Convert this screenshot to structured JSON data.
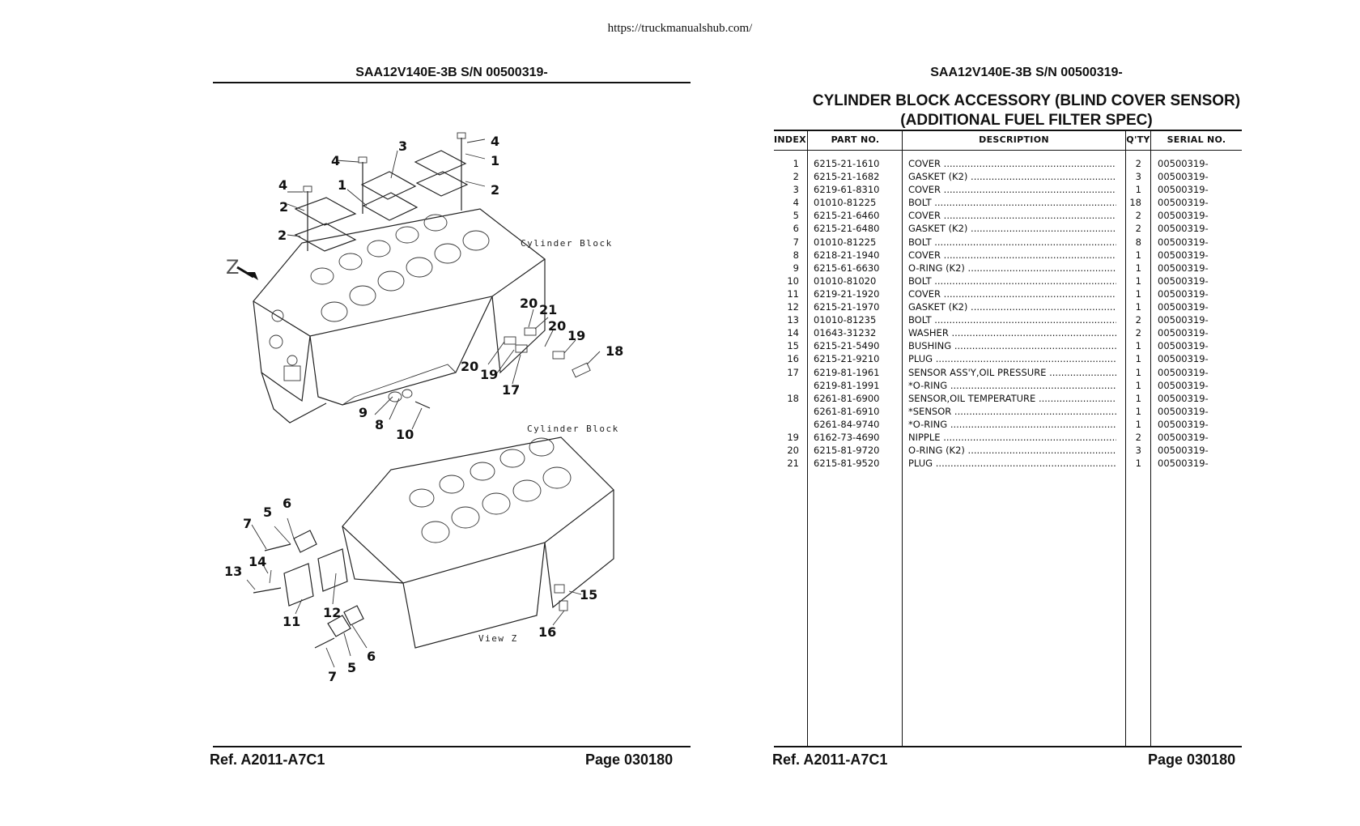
{
  "url": "https://truckmanualshub.com/",
  "left_page": {
    "header": "SAA12V140E-3B S/N 00500319-",
    "ref": "Ref.  A2011-A7C1",
    "page": "Page  030180",
    "diagram": {
      "label_top": "Cylinder Block",
      "label_bottom": "Cylinder Block",
      "view_marker": "Z",
      "view_caption": "View Z",
      "callouts_top": [
        "4",
        "3",
        "4",
        "1",
        "4",
        "2",
        "1",
        "2",
        "2",
        "20",
        "21",
        "20",
        "19",
        "18",
        "20",
        "19",
        "17",
        "9",
        "8",
        "10"
      ],
      "callouts_bottom": [
        "6",
        "5",
        "7",
        "14",
        "13",
        "12",
        "11",
        "15",
        "16",
        "6",
        "5",
        "7"
      ]
    }
  },
  "right_page": {
    "header": "SAA12V140E-3B S/N 00500319-",
    "title_line1": "CYLINDER BLOCK ACCESSORY (BLIND COVER SENSOR)",
    "title_line2": "(ADDITIONAL FUEL FILTER SPEC)",
    "ref": "Ref. A2011-A7C1",
    "page": "Page  030180",
    "columns": {
      "index": "INDEX",
      "part_no": "PART  NO.",
      "description": "DESCRIPTION",
      "qty": "Q'TY",
      "serial": "SERIAL NO."
    },
    "rows": [
      {
        "index": "1",
        "part_no": "6215-21-1610",
        "description": "COVER",
        "qty": "2",
        "serial": "00500319-"
      },
      {
        "index": "2",
        "part_no": "6215-21-1682",
        "description": "GASKET (K2)",
        "qty": "3",
        "serial": "00500319-"
      },
      {
        "index": "3",
        "part_no": "6219-61-8310",
        "description": "COVER",
        "qty": "1",
        "serial": "00500319-"
      },
      {
        "index": "4",
        "part_no": "01010-81225",
        "description": "BOLT",
        "qty": "18",
        "serial": "00500319-"
      },
      {
        "index": "5",
        "part_no": "6215-21-6460",
        "description": "COVER",
        "qty": "2",
        "serial": "00500319-"
      },
      {
        "index": "6",
        "part_no": "6215-21-6480",
        "description": "GASKET (K2)",
        "qty": "2",
        "serial": "00500319-"
      },
      {
        "index": "7",
        "part_no": "01010-81225",
        "description": "BOLT",
        "qty": "8",
        "serial": "00500319-"
      },
      {
        "index": "8",
        "part_no": "6218-21-1940",
        "description": "COVER",
        "qty": "1",
        "serial": "00500319-"
      },
      {
        "index": "9",
        "part_no": "6215-61-6630",
        "description": "O-RING (K2)",
        "qty": "1",
        "serial": "00500319-"
      },
      {
        "index": "10",
        "part_no": "01010-81020",
        "description": "BOLT",
        "qty": "1",
        "serial": "00500319-"
      },
      {
        "index": "11",
        "part_no": "6219-21-1920",
        "description": "COVER",
        "qty": "1",
        "serial": "00500319-"
      },
      {
        "index": "12",
        "part_no": "6215-21-1970",
        "description": "GASKET (K2)",
        "qty": "1",
        "serial": "00500319-"
      },
      {
        "index": "13",
        "part_no": "01010-81235",
        "description": "BOLT",
        "qty": "2",
        "serial": "00500319-"
      },
      {
        "index": "14",
        "part_no": "01643-31232",
        "description": "WASHER",
        "qty": "2",
        "serial": "00500319-"
      },
      {
        "index": "15",
        "part_no": "6215-21-5490",
        "description": "BUSHING",
        "qty": "1",
        "serial": "00500319-"
      },
      {
        "index": "16",
        "part_no": "6215-21-9210",
        "description": "PLUG",
        "qty": "1",
        "serial": "00500319-"
      },
      {
        "index": "17",
        "part_no": "6219-81-1961",
        "description": "SENSOR ASS'Y,OIL PRESSURE",
        "qty": "1",
        "serial": "00500319-"
      },
      {
        "index": "",
        "part_no": "6219-81-1991",
        "description": "*O-RING",
        "qty": "1",
        "serial": "00500319-"
      },
      {
        "index": "18",
        "part_no": "6261-81-6900",
        "description": "SENSOR,OIL TEMPERATURE",
        "qty": "1",
        "serial": "00500319-"
      },
      {
        "index": "",
        "part_no": "6261-81-6910",
        "description": "*SENSOR",
        "qty": "1",
        "serial": "00500319-"
      },
      {
        "index": "",
        "part_no": "6261-84-9740",
        "description": "*O-RING",
        "qty": "1",
        "serial": "00500319-"
      },
      {
        "index": "19",
        "part_no": "6162-73-4690",
        "description": "NIPPLE",
        "qty": "2",
        "serial": "00500319-"
      },
      {
        "index": "20",
        "part_no": "6215-81-9720",
        "description": "O-RING (K2)",
        "qty": "3",
        "serial": "00500319-"
      },
      {
        "index": "21",
        "part_no": "6215-81-9520",
        "description": "PLUG",
        "qty": "1",
        "serial": "00500319-"
      }
    ]
  }
}
